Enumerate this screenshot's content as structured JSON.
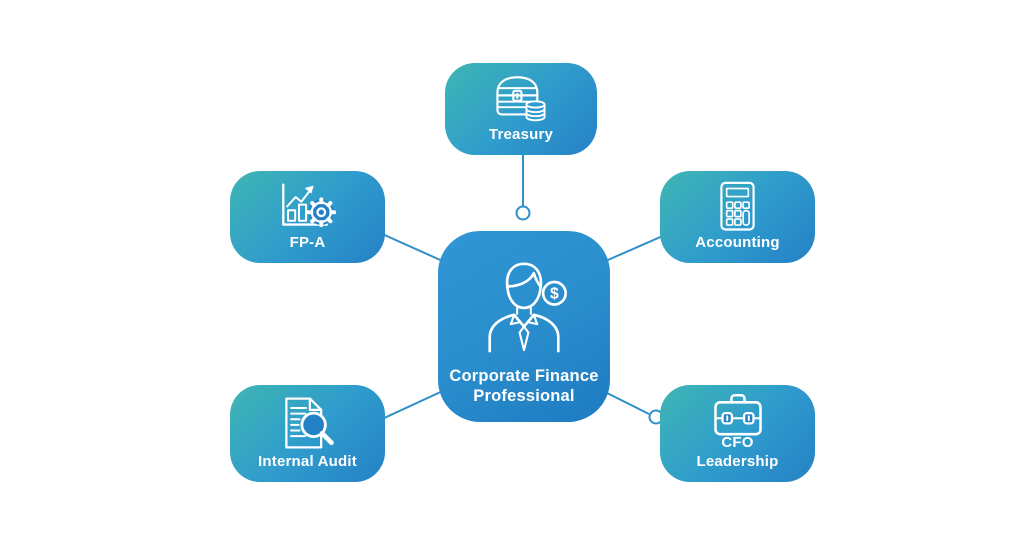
{
  "colors": {
    "background": "#ffffff",
    "node_gradient_teal": "#3fb6b3",
    "node_gradient_mid": "#2f9ccd",
    "node_gradient_blue": "#2581c5",
    "center_gradient_start": "#3096d4",
    "center_gradient_mid": "#2a8ecd",
    "center_gradient_end": "#1e7bc1",
    "connector": "#2e8fc9",
    "icon_stroke": "#ffffff",
    "label_text": "#ffffff"
  },
  "center_node": {
    "id": "corporate-finance-professional",
    "lines": [
      "Corporate Finance",
      "Professional"
    ],
    "icon": "businessperson-with-dollar-coin"
  },
  "nodes": [
    {
      "id": "treasury",
      "lines": [
        "Treasury"
      ],
      "icon": "treasure-chest-with-coin-stack",
      "position": "top"
    },
    {
      "id": "fp-a",
      "lines": [
        "FP-A"
      ],
      "icon": "bar-chart-growth-arrow-gear",
      "position": "middle-left"
    },
    {
      "id": "accounting",
      "lines": [
        "Accounting"
      ],
      "icon": "calculator",
      "position": "middle-right"
    },
    {
      "id": "internal-audit",
      "lines": [
        "Internal Audit"
      ],
      "icon": "document-with-magnifying-glass",
      "position": "bottom-left"
    },
    {
      "id": "cfo-leadership",
      "lines": [
        "CFO",
        "Leadership"
      ],
      "icon": "briefcase",
      "position": "bottom-right"
    }
  ],
  "connectors": [
    {
      "from": "treasury",
      "to": "corporate-finance-professional",
      "endpoint_marker": "open-circle-near-center"
    },
    {
      "from": "fp-a",
      "to": "corporate-finance-professional",
      "endpoint_marker": "none"
    },
    {
      "from": "accounting",
      "to": "corporate-finance-professional",
      "endpoint_marker": "none"
    },
    {
      "from": "internal-audit",
      "to": "corporate-finance-professional",
      "endpoint_marker": "none"
    },
    {
      "from": "cfo-leadership",
      "to": "corporate-finance-professional",
      "endpoint_marker": "open-circle-near-node"
    }
  ],
  "coin_symbol": "$"
}
